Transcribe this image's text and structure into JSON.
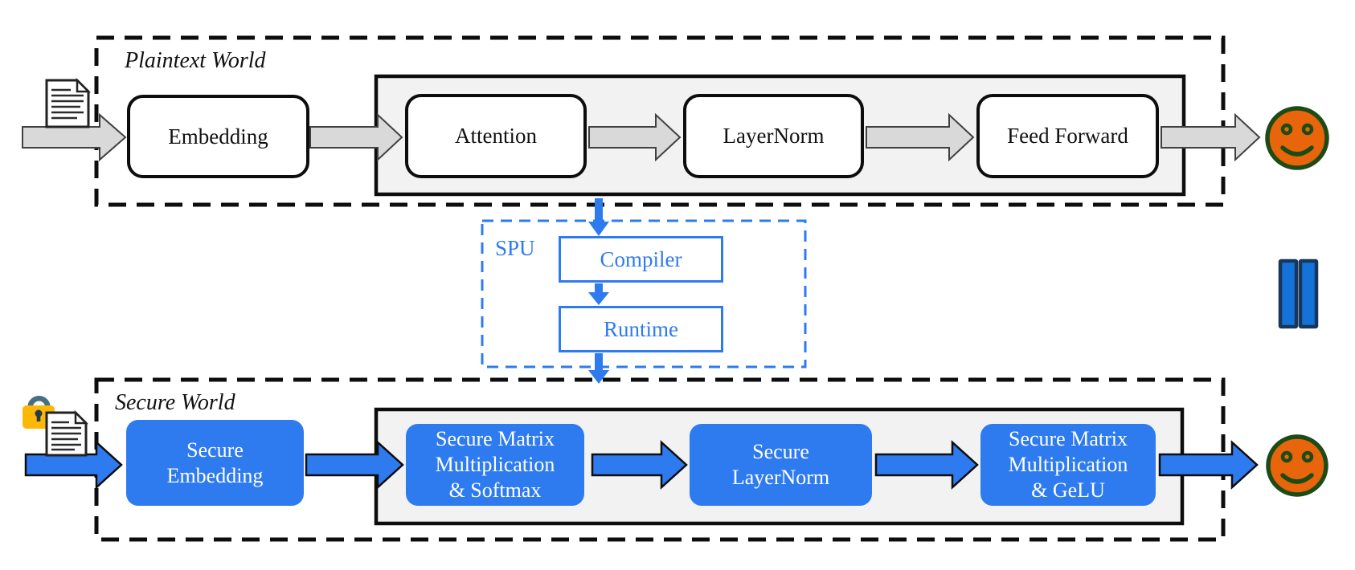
{
  "figure": {
    "plaintext_world": {
      "label": "Plaintext World",
      "stages": [
        "Embedding",
        "Attention",
        "LayerNorm",
        "Feed Forward"
      ]
    },
    "spu": {
      "label": "SPU",
      "compiler": "Compiler",
      "runtime": "Runtime"
    },
    "secure_world": {
      "label": "Secure World",
      "stages": [
        "Secure\nEmbedding",
        "Secure Matrix\nMultiplication\n& Softmax",
        "Secure\nLayerNorm",
        "Secure Matrix\nMultiplication\n& GeLU"
      ]
    }
  },
  "colors": {
    "accent_blue": "#2e7bf0",
    "arrow_gray": "#d9d9d9",
    "panel_gray": "#f2f2f2",
    "border_black": "#0d0d0d",
    "smiley_orange": "#e8650c",
    "smiley_green": "#1d4b15",
    "bars_blue": "#1373d8",
    "bars_navy": "#18365c",
    "lock_gold": "#fcb707",
    "lock_teal": "#447082"
  },
  "icons": {
    "plaintext_input": "document-icon",
    "secure_input": "lock-document-icon",
    "plaintext_output": "smiley-face-icon",
    "secure_output": "smiley-face-icon",
    "equivalence": "parallel-bars-icon"
  }
}
